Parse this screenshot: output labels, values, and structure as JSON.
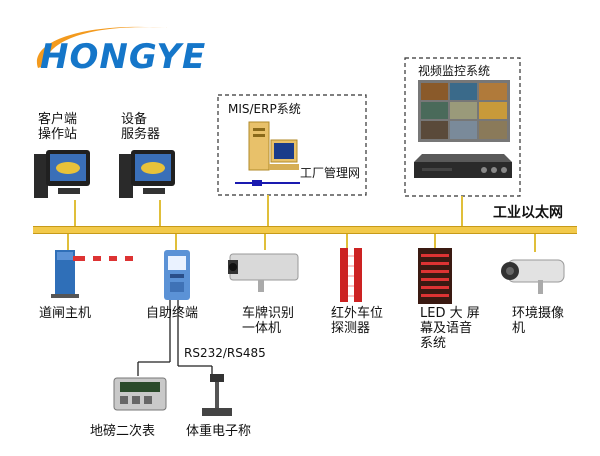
{
  "logo": {
    "text": "HONGYE"
  },
  "network": {
    "bus_label": "工业以太网",
    "workshop_label": "工厂管理网"
  },
  "top_nodes": {
    "client": "客户端\n操作站",
    "server": "设备\n服务器"
  },
  "boxes": {
    "mis": "MIS/ERP系统",
    "video": "视频监控系统"
  },
  "devices": [
    {
      "id": "gate",
      "label": "道闸主机"
    },
    {
      "id": "kiosk",
      "label": "自助终端"
    },
    {
      "id": "lpr",
      "label": "车牌识别\n一体机"
    },
    {
      "id": "ir",
      "label": "红外车位\n探测器"
    },
    {
      "id": "led",
      "label": "LED 大 屏\n幕及语音\n系统"
    },
    {
      "id": "env",
      "label": "环境摄像\n机"
    }
  ],
  "serial": {
    "label": "RS232/RS485"
  },
  "sub_devices": [
    {
      "id": "meter",
      "label": "地磅二次表"
    },
    {
      "id": "scale",
      "label": "体重电子称"
    }
  ],
  "colors": {
    "logo_blue": "#1576c9",
    "logo_orange": "#f39a1e",
    "bus": "#f2c94a"
  }
}
